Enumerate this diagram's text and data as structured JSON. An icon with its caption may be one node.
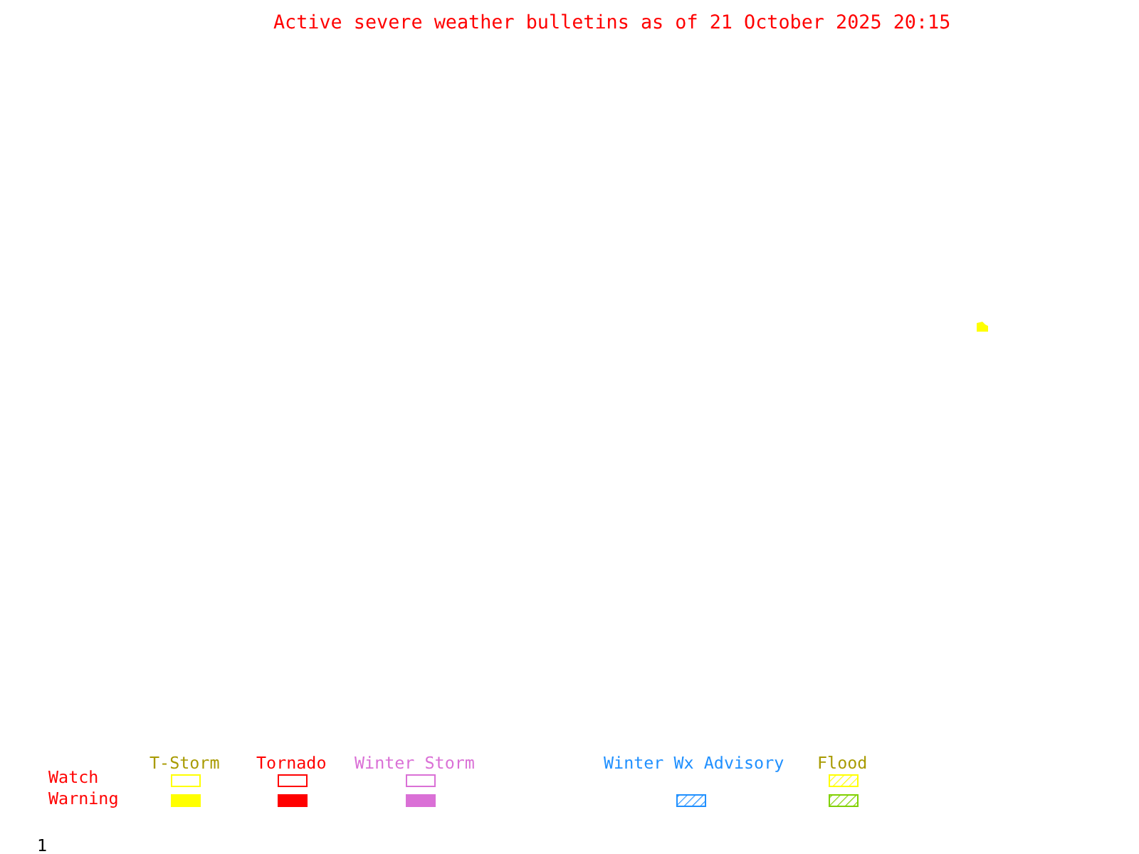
{
  "diagram": {
    "title": "Active severe weather bulletins as of 21 October 2025 20:15",
    "labels": [
      "T-Storm",
      "Tornado",
      "Winter Storm",
      "Winter Wx Advisory",
      "Flood",
      "Watch",
      "Warning",
      "1"
    ]
  }
}
